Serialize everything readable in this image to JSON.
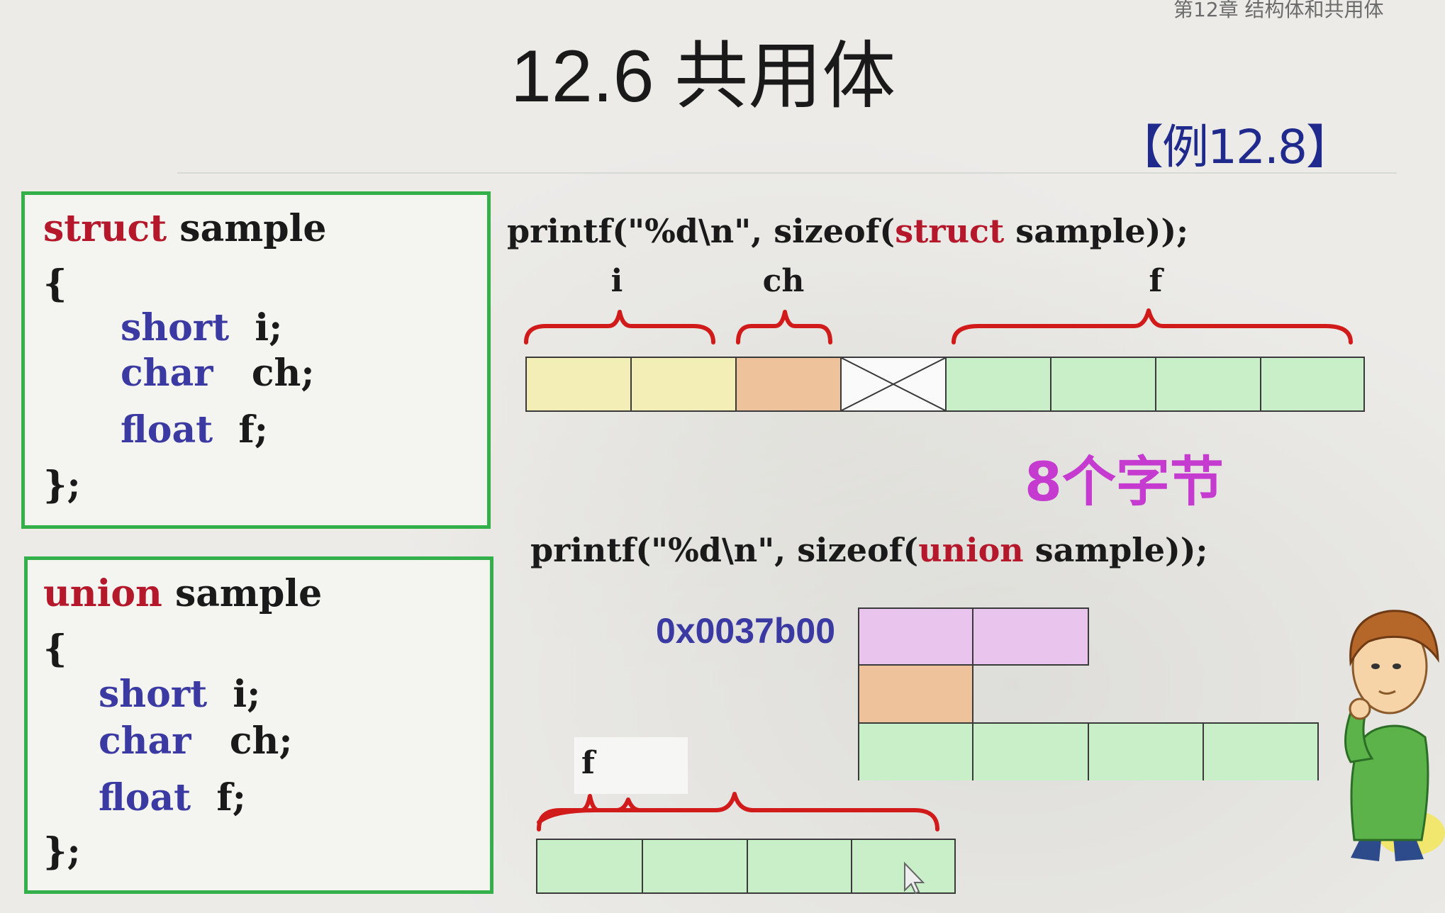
{
  "header": {
    "chapter": "第12章 结构体和共用体",
    "title": "12.6 共用体",
    "example": "【例12.8】"
  },
  "struct_box": {
    "keyword": "struct",
    "name": " sample",
    "open": "{",
    "members": [
      {
        "type": "short",
        "gap": "  ",
        "name": "i;"
      },
      {
        "type": "char",
        "gap": "   ",
        "name": "ch;"
      },
      {
        "type": "float",
        "gap": "  ",
        "name": "f;"
      }
    ],
    "close": "};"
  },
  "union_box": {
    "keyword": "union",
    "name": " sample",
    "open": "{",
    "members": [
      {
        "type": "short",
        "gap": "  ",
        "name": "i;"
      },
      {
        "type": "char",
        "gap": "   ",
        "name": "ch;"
      },
      {
        "type": "float",
        "gap": "  ",
        "name": "f;"
      }
    ],
    "close": "};"
  },
  "struct_printf": {
    "pre": "printf(\"%d\\n\", sizeof(",
    "kw": "struct",
    "post": " sample));"
  },
  "union_printf": {
    "pre": "printf(\"%d\\n\", sizeof(",
    "kw": "union",
    "post": " sample));"
  },
  "struct_layout": {
    "labels": {
      "i": "i",
      "ch": "ch",
      "f": "f"
    },
    "cells": [
      "short",
      "short",
      "char",
      "padding",
      "float",
      "float",
      "float",
      "float"
    ]
  },
  "size_note": "8个字节",
  "union_layout": {
    "address": "0x0037b00",
    "rows": [
      {
        "member": "short",
        "bytes": 2
      },
      {
        "member": "char",
        "bytes": 1
      },
      {
        "member": "float",
        "bytes": 4
      }
    ],
    "f_label": "f",
    "bottom_bytes": 4
  },
  "colors": {
    "border_green": "#33b04a",
    "keyword_red": "#b5182a",
    "keyword_blue": "#3b3aa3",
    "brace_red": "#d11a1a",
    "short_yellow": "#f3eeb6",
    "char_orange": "#eec39b",
    "float_green": "#c8efc8",
    "short_pink": "#e9c4ec",
    "size_magenta": "#c53bd0"
  }
}
